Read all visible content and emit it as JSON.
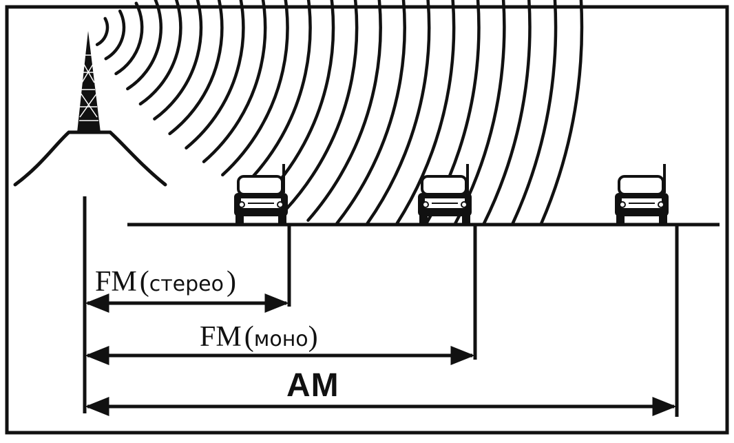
{
  "diagram": {
    "ranges": [
      {
        "id": "fm-stereo",
        "band": "FM",
        "mode": "стерео",
        "open_paren": "(",
        "close_paren": ")"
      },
      {
        "id": "fm-mono",
        "band": "FM",
        "mode": "моно",
        "open_paren": "(",
        "close_paren": ")"
      },
      {
        "id": "am",
        "band": "AM"
      }
    ],
    "colors": {
      "ink": "#111111",
      "background": "#ffffff"
    },
    "icons": [
      "radio-tower-icon",
      "car-icon"
    ]
  }
}
